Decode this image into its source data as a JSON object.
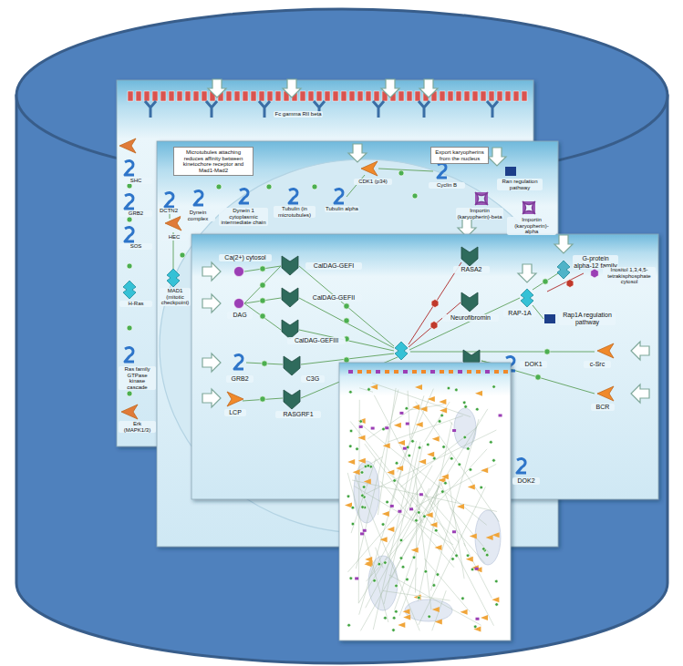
{
  "diagram": {
    "labels": [
      "Fc gamma RII beta",
      "SHC",
      "GRB2",
      "SOS",
      "H-Ras",
      "Ras family GTPase kinase cascade",
      "Erk (MAPK1/3)",
      "Microtubules attaching reduces affinity between kinetochore receptor and Mad1-Mad2",
      "Export karyopherins from the nucleus",
      "Cyclin B",
      "CDK1 (p34)",
      "Ran regulation pathway",
      "Importin (karyopherin)-beta",
      "Importin (karyopherin)-alpha",
      "Tubulin alpha",
      "Tubulin (in microtubules)",
      "Dynein 1 cytoplasmic intermediate chain",
      "Dynein complex",
      "HEC",
      "MAD1 (mitotic checkpoint)",
      "DCTN2",
      "Ca(2+) cytosol",
      "DAG",
      "CalDAG-GEFI",
      "CalDAG-GEFII",
      "CalDAG-GEFIII",
      "GRB2",
      "C3G",
      "LCP",
      "RASGRF1",
      "RASA2",
      "Neurofibromin",
      "RAP-1A",
      "Rap1A regulation pathway",
      "G-protein alpha-12 family",
      "Inositol 1,3,4,5-tetrakisphosphate cytosol",
      "c-Src",
      "BCR",
      "DOK1",
      "DOK2"
    ]
  }
}
